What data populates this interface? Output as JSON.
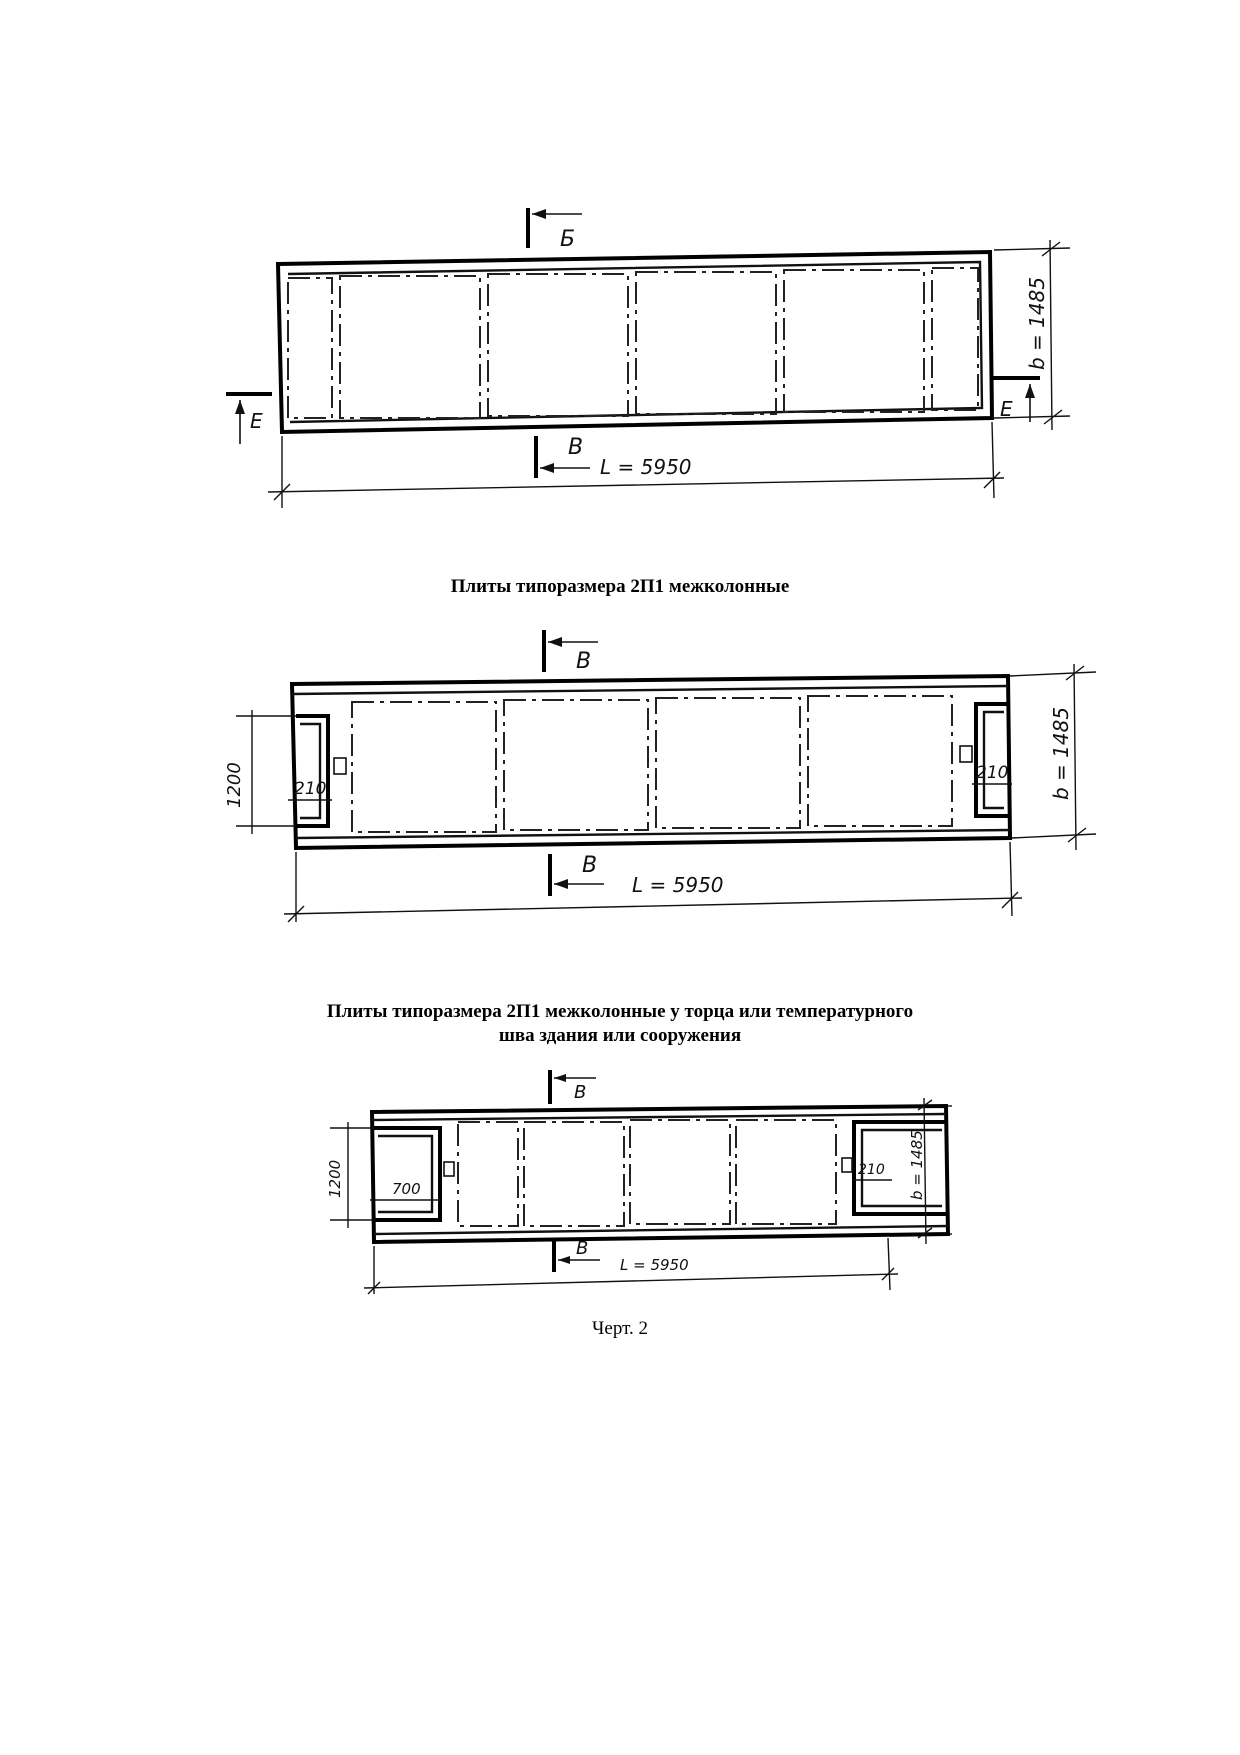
{
  "drawing1": {
    "section_top": "Б",
    "section_bottom": "В",
    "section_left": "Е",
    "section_right": "Е",
    "height_dim": "b = 1485",
    "length_dim": "L = 5950"
  },
  "caption1": "Плиты типоразмера 2П1 межколонные",
  "drawing2": {
    "section_top": "В",
    "section_bottom": "В",
    "height_dim": "b = 1485",
    "length_dim": "L = 5950",
    "notch_height": "1200",
    "notch_left": "210",
    "notch_right": "210"
  },
  "caption2_line1": "Плиты типоразмера 2П1 межколонные у торца или температурного",
  "caption2_line2": "шва здания или сооружения",
  "drawing3": {
    "section_top": "В",
    "section_bottom": "В",
    "height_dim": "b = 1485",
    "length_dim": "L = 5950",
    "notch_height": "1200",
    "notch_left": "700",
    "notch_right": "210"
  },
  "figure_label": "Черт. 2"
}
